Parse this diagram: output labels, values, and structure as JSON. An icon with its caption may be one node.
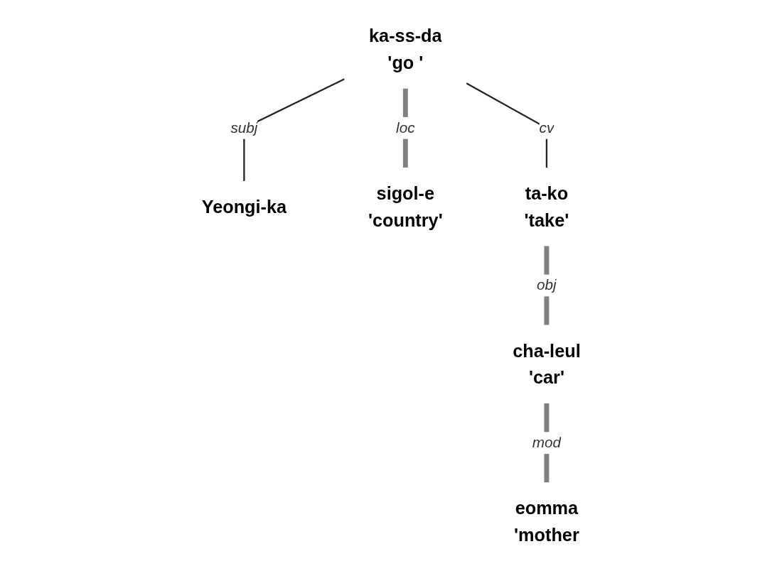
{
  "diagram": {
    "nodes": [
      {
        "text": [
          "ka-ss-da",
          "'go '"
        ]
      },
      {
        "text": [
          "Yeongi-ka"
        ]
      },
      {
        "text": [
          "sigol-e",
          "'country'"
        ]
      },
      {
        "text": [
          "ta-ko",
          "'take'"
        ]
      },
      {
        "text": [
          "cha-leul",
          "'car'"
        ]
      },
      {
        "text": [
          "eomma",
          "'mother"
        ]
      }
    ],
    "edges": [
      {
        "from": 0,
        "to": 1,
        "arrow": "none",
        "label": "subj",
        "color": "#222222"
      },
      {
        "from": 0,
        "to": 2,
        "arrow": "none",
        "label": "loc"
      },
      {
        "from": 0,
        "to": 3,
        "arrow": "none",
        "label": "cv",
        "color": "#222222"
      },
      {
        "from": 3,
        "to": 4,
        "arrow": "none",
        "label": "obj"
      },
      {
        "from": 4,
        "to": 5,
        "arrow": "none",
        "label": "mod"
      }
    ]
  }
}
